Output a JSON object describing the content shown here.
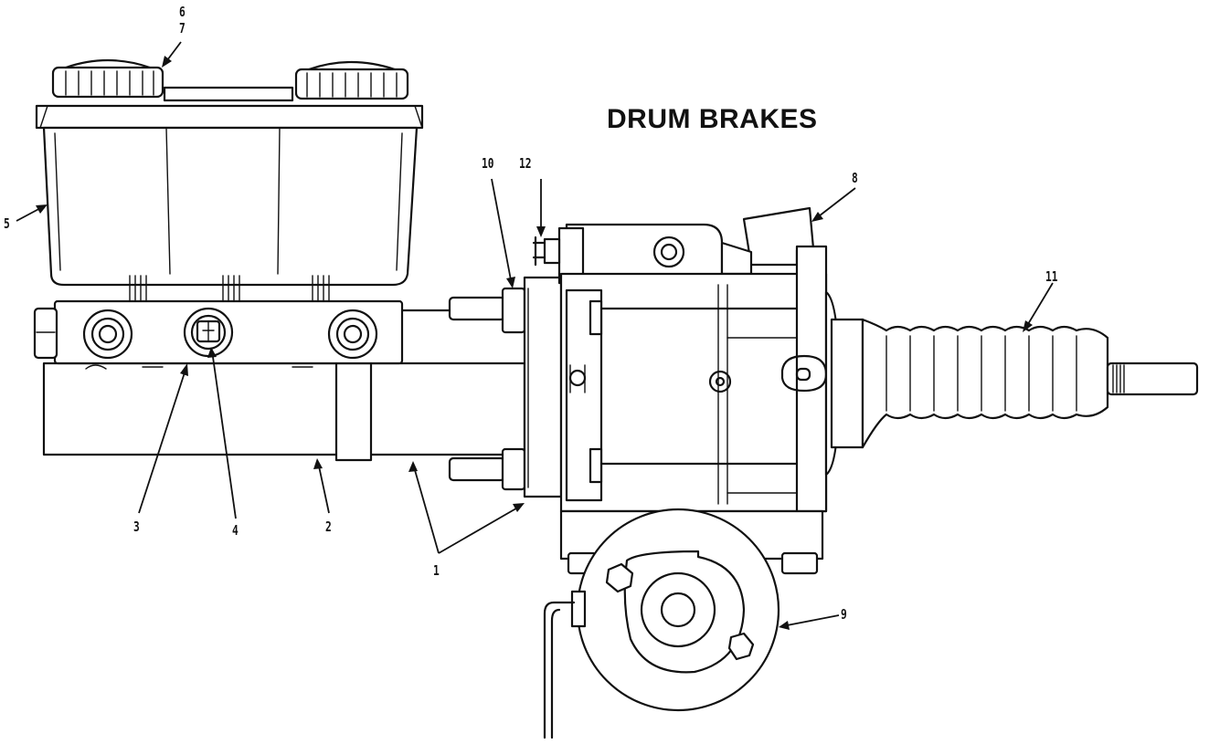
{
  "title": "DRUM BRAKES",
  "callouts": [
    {
      "id": "1",
      "label": "1"
    },
    {
      "id": "2",
      "label": "2"
    },
    {
      "id": "3",
      "label": "3"
    },
    {
      "id": "4",
      "label": "4"
    },
    {
      "id": "5",
      "label": "5"
    },
    {
      "id": "6",
      "label": "6"
    },
    {
      "id": "7",
      "label": "7"
    },
    {
      "id": "8",
      "label": "8"
    },
    {
      "id": "9",
      "label": "9"
    },
    {
      "id": "10",
      "label": "10"
    },
    {
      "id": "11",
      "label": "11"
    },
    {
      "id": "12",
      "label": "12"
    }
  ]
}
